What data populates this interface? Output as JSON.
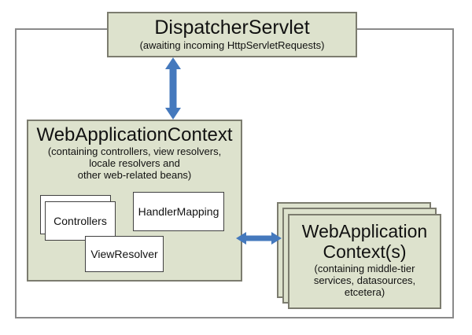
{
  "diagram": {
    "dispatcher_box": {
      "title": "DispatcherServlet",
      "subtitle": "(awaiting incoming HttpServletRequests)"
    },
    "web_application_context_box": {
      "title": "WebApplicationContext",
      "subtitle_lines": [
        "(containing controllers, view resolvers,",
        "locale resolvers and",
        "other web-related beans)"
      ],
      "beans": {
        "controllers": "Controllers",
        "handler_mapping": "HandlerMapping",
        "view_resolver": "ViewResolver"
      }
    },
    "middle_tier_context_stack": {
      "title_lines": [
        "WebApplication",
        "Context(s)"
      ],
      "subtitle_lines": [
        "(containing middle-tier",
        "services, datasources,",
        "etcetera)"
      ]
    },
    "colors": {
      "box_fill": "#dde2cd",
      "box_border": "#7c7c6f",
      "bean_border": "#404040",
      "frame_border": "#8a8a8a",
      "arrow_blue": "#4579bd",
      "text": "#111111"
    }
  }
}
